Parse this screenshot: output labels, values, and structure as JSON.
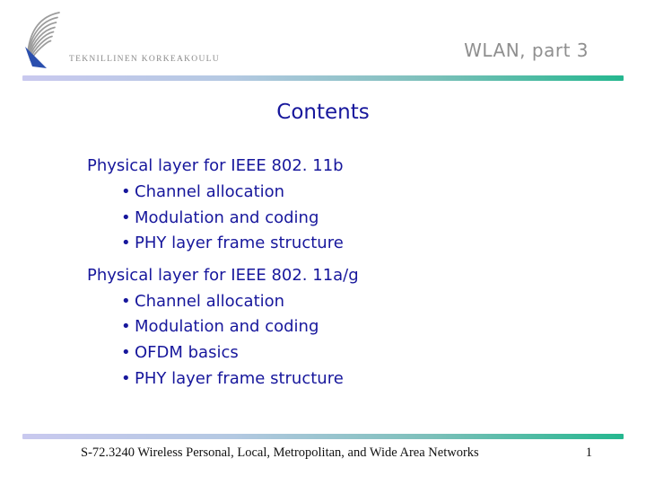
{
  "slide": {
    "bullet_char": "•",
    "header": {
      "logo_text": "TEKNILLINEN KORKEAKOULU",
      "title_right": "WLAN, part 3"
    },
    "title": "Contents",
    "sections": [
      {
        "title": "Physical layer for IEEE 802. 11b",
        "bullets": [
          "Channel allocation",
          "Modulation and coding",
          "PHY layer frame structure"
        ]
      },
      {
        "title": "Physical layer for IEEE 802. 11a/g",
        "bullets": [
          "Channel allocation",
          "Modulation and coding",
          "OFDM basics",
          "PHY layer frame structure"
        ]
      }
    ],
    "footer": {
      "course": "S-72.3240 Wireless Personal, Local, Metropolitan, and Wide Area Networks",
      "page_number": "1"
    },
    "colors": {
      "body_text": "#17179c",
      "header_gray": "#8f8f8f",
      "bar_gradient_start": "#c9c9ef",
      "bar_gradient_end": "#25b78f",
      "logo_blue": "#2a4fae",
      "logo_gray": "#9c9c9c"
    }
  }
}
